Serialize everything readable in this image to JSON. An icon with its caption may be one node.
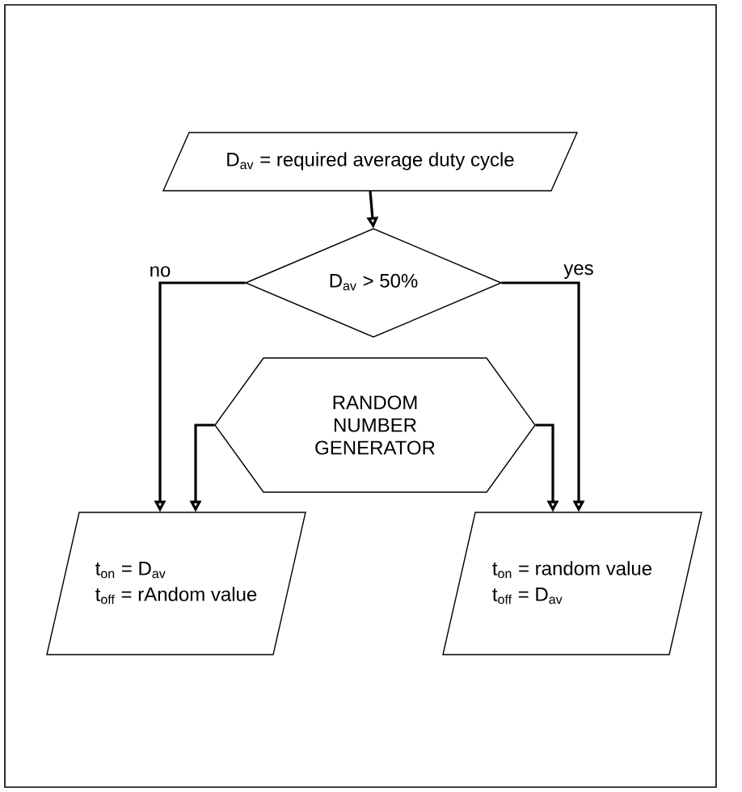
{
  "diagram": {
    "nodes": [
      {
        "text": [
          "D$_{av}$ = required average duty cycle"
        ]
      },
      {
        "text": [
          "D$_{av}$ > 50%"
        ]
      },
      {
        "text": [
          "RANDOM NUMBER GENERATOR"
        ]
      },
      {
        "text": [
          "t$_{on}$ = D$_{av}$",
          "t$_{off}$ = rAndom value"
        ]
      },
      {
        "text": [
          "t$_{on}$ = random value",
          "t$_{off}$ = D$_{av}$"
        ]
      }
    ],
    "edges": [
      {
        "from": 0,
        "to": 1,
        "arrow": "to"
      },
      {
        "from": 1,
        "to": 3,
        "arrow": "to",
        "label": "no"
      },
      {
        "from": 1,
        "to": 4,
        "arrow": "to",
        "label": "yes"
      },
      {
        "from": 2,
        "to": 3,
        "arrow": "to"
      },
      {
        "from": 2,
        "to": 4,
        "arrow": "to"
      }
    ]
  }
}
